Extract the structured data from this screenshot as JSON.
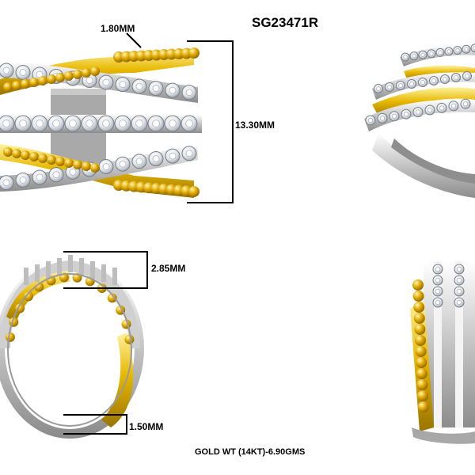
{
  "product_code": "SG23471R",
  "dimensions": {
    "band_width": "1.80MM",
    "total_height": "13.30MM",
    "top_height": "2.85MM",
    "shank_thickness": "1.50MM"
  },
  "gold_weight": "GOLD WT (14KT)-6.90GMS",
  "colors": {
    "gold": "#d9a800",
    "white_metal": "#c8c8c8",
    "diamond": "#eef0f4",
    "dimension_line": "#000000"
  }
}
